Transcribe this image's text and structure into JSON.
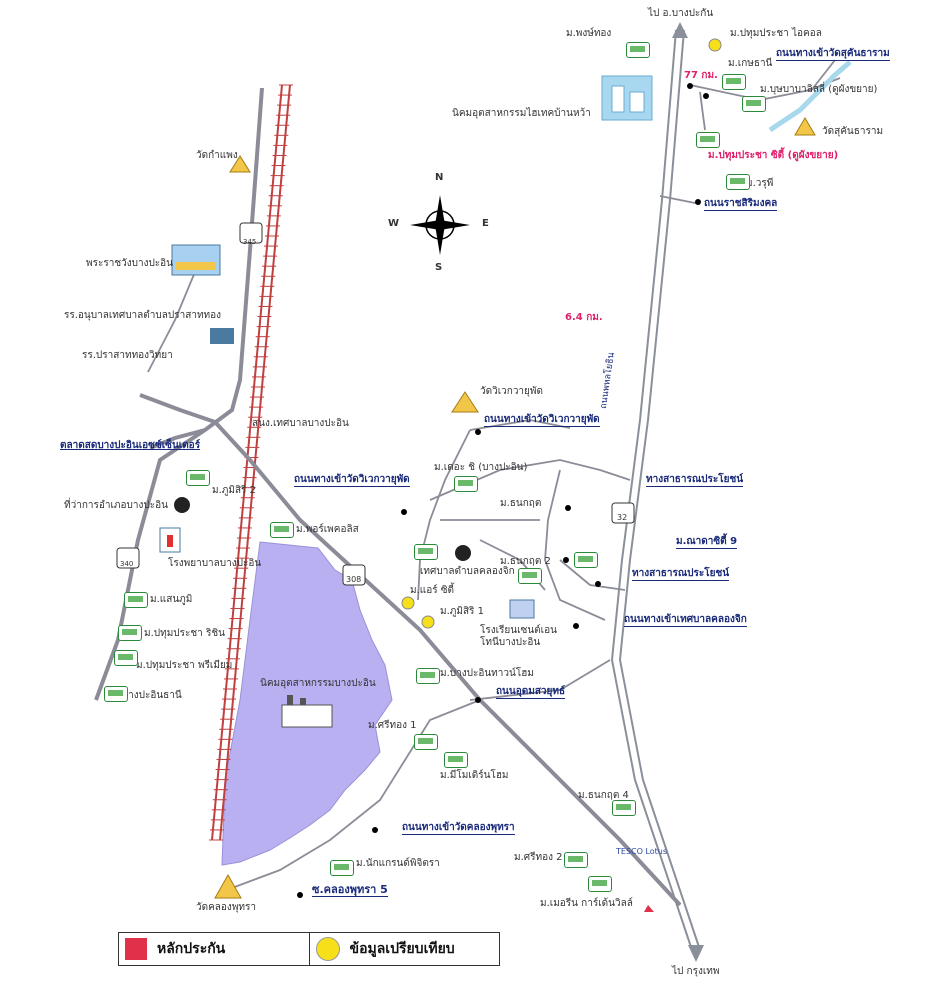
{
  "directions": {
    "top": "ไป อ.บางปะกัน",
    "bottom": "ไป กรุงเทพ"
  },
  "compass": {
    "n": "N",
    "s": "S",
    "e": "E",
    "w": "W"
  },
  "distance": "6.4 กม.",
  "distance2": "77 กม.",
  "route_markers": {
    "r1": "345",
    "r2": "308",
    "r3": "32",
    "r4": "340"
  },
  "labels": {
    "watkhanaen": "วัดกำแพง",
    "phrawaterng": "พระราชวังบางปะอิน",
    "ror_anuban": "รร.อนุบาลเทศบาลตำบลปราสาททอง",
    "ror_prasat": "รร.ปราสาททองวิทยา",
    "taladsod": "ตลาดสดบางปะอินเอซซ์เซ็นเตอร์",
    "amphoe": "ที่ว่าการอำเภอบางปะอิน",
    "hospital": "โรงพยาบาลบางปะอิน",
    "sanung": "สนง.เทศบาลบางปะอิน",
    "m_phumsiri2": "ม.ภูมิสิริ 2",
    "m_pleasant": "ม.พอร์เพคอลิส",
    "m_saenphum": "ม.แสนภูมิ",
    "m_pathum_richi": "ม.ปทุมประชา ริชิน",
    "m_pathum_premier": "ม.ปทุมประชา พรีเมียม",
    "m_bangpa": "ม.บางปะอินธานี",
    "industrial_estate": "นิคมอุตสาหกรรมบางปะอิน",
    "wat_khlong": "วัดคลองพุทรา",
    "m_bangpakong": "ม.นักแกรนด์พิจิตรา",
    "m_srithong1": "ม.ศรีทอง 1",
    "m_mimo": "ม.มีโมเดิร์นโฮม",
    "m_pakorn": "ม.บางปะอินทาวน์โฮม",
    "m_ds": "ม.เดอะ ชิ (บางปะอิน)",
    "m_dhanakul": "ม.ธนกฤต",
    "m_dhanakul2": "ม.ธนกฤต 2",
    "m_air": "ม.แอร์ ซิตี้",
    "m_phumsiri1": "ม.ภูมิสิริ 1",
    "tessaban_klongchik": "เทศบาลตำบลคลองจิก",
    "school_ban": "โรงเรียนเซนต์เอน โทนีบางปะอิน",
    "wat_wew": "วัดวิเวกวายุพัด",
    "m_srithong2": "ม.ศรีทอง 2",
    "m_dhanakul4": "ม.ธนกฤต 4",
    "m_merin": "ม.เมอรีน การ์เด้นวิลล์",
    "m_ploeng": "ม.พงษ์ทอง",
    "m_pathum_icon": "ม.ปทุมประชา ไอคอล",
    "m_kaset": "ม.เกษธานี",
    "m_bunbaan": "ม.บุษบาบาลิลลี่ (ดูผังขยาย)",
    "wat_suksan": "วัดสุคันธาราม",
    "estate_hi": "นิคมอุตสาหกรรมไฮเทคบ้านหว้า",
    "m_pathum_city": "ม.ปทุมประชา ซิตี้ (ดูผังขยาย)",
    "m_wruchi": "ม.วรุพี",
    "tesco": "TESCO Lotus"
  },
  "roads": {
    "r_suksan": "ถนนทางเข้าวัดสุคันธาราม",
    "r_rachasiri": "ถนนราชสิริมงคล",
    "r_wat_wew": "ถนนทางเข้าวัดวิเวกวายุพัด",
    "r_wat_wew2": "ถนนทางเข้าวัดวิเวกวายุพัด",
    "r_public1": "ทางสาธารณประโยชน์",
    "r_naa": "ม.ณาดาซิตี้ 9",
    "r_public2": "ทางสาธารณประโยชน์",
    "r_tessaban": "ถนนทางเข้าเทศบาลคลองจิก",
    "r_udomsuk": "ถนนอุดมสวยุทธ์",
    "r_klong": "ถนนทางเข้าวัดคลองพุทรา",
    "r_soi5": "ซ.คลองพุทรา 5",
    "r_phahon": "ถนนพหลโยธิน"
  },
  "legend": {
    "collateral": "หลักประกัน",
    "comparison": "ข้อมูลเปรียบเทียบ"
  },
  "colors": {
    "road_gray": "#8c8c98",
    "highway": "#9aa0a8",
    "rail": "#c04040",
    "estate": "#b8b0f0",
    "accent_red": "#e0206a",
    "label_blue": "#1a2a7a"
  }
}
